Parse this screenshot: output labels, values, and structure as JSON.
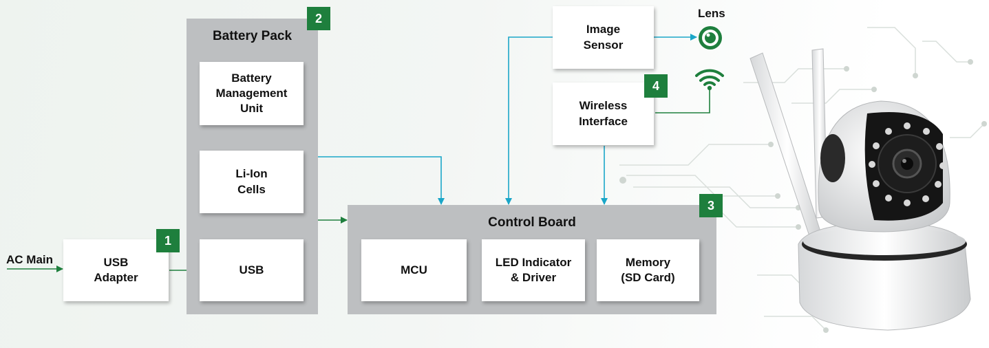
{
  "colors": {
    "panel": "#bdbfc1",
    "badge": "#1e7f3d",
    "green_arrow": "#1e7f3d",
    "blue_arrow": "#1aa6c8"
  },
  "inputs": {
    "ac_main": "AC Main"
  },
  "usb_adapter": {
    "label": "USB\nAdapter",
    "badge": "1"
  },
  "battery_pack": {
    "title": "Battery Pack",
    "badge": "2",
    "blocks": [
      "Battery\nManagement\nUnit",
      "Li-Ion\nCells",
      "USB"
    ]
  },
  "control_board": {
    "title": "Control Board",
    "badge": "3",
    "blocks": [
      "MCU",
      "LED Indicator\n& Driver",
      "Memory\n(SD Card)"
    ]
  },
  "image_sensor": {
    "label": "Image\nSensor"
  },
  "lens": {
    "label": "Lens",
    "icon": "lens-icon"
  },
  "wireless": {
    "label": "Wireless\nInterface",
    "badge": "4",
    "icon": "wifi-icon"
  },
  "camera": {
    "icon": "ip-camera-icon"
  }
}
